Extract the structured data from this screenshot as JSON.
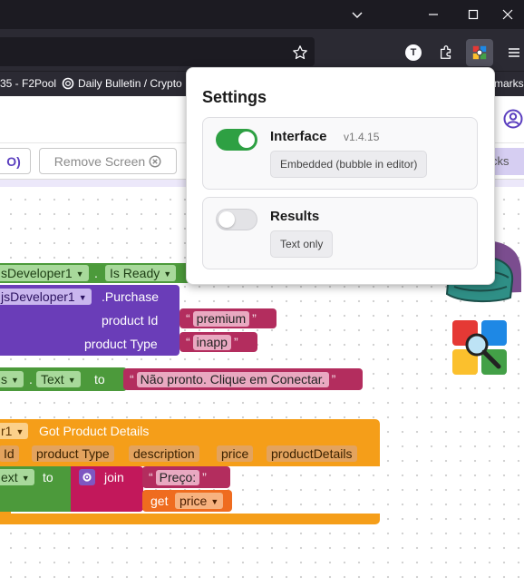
{
  "browser": {
    "bookmarks": [
      {
        "label": "35 - F2Pool"
      },
      {
        "label": "Daily Bulletin / Crypto"
      },
      {
        "label": "kmarks"
      }
    ],
    "profile_initial": "T"
  },
  "app": {
    "partial_button_label": "O)",
    "remove_screen_label": "Remove Screen",
    "purple_tab_label": "cks"
  },
  "blocks": {
    "row1": {
      "component": "sDeveloper1",
      "property": "Is Ready"
    },
    "row2": {
      "component": "jsDeveloper1",
      "method": "Purchase",
      "arg1_name": "product Id",
      "arg1_value": "premium",
      "arg2_name": "product Type",
      "arg2_value": "inapp"
    },
    "row3": {
      "component": "s",
      "property": "Text",
      "to": "to",
      "value": "Não pronto. Clique em Conectar."
    },
    "event": {
      "component": "r1",
      "event_name": "Got Product Details",
      "params": [
        "Id",
        "product Type",
        "description",
        "price",
        "productDetails"
      ],
      "setter_property": "ext",
      "to": "to",
      "join": "join",
      "string_value": "Preço:",
      "get_label": "get",
      "get_var": "price"
    }
  },
  "settings": {
    "title": "Settings",
    "items": [
      {
        "name": "Interface",
        "version": "v1.4.15",
        "enabled": true,
        "mode": "Embedded (bubble in editor)"
      },
      {
        "name": "Results",
        "version": "",
        "enabled": false,
        "mode": "Text only"
      }
    ]
  },
  "colors": {
    "toggle_on": "#2ea043",
    "toggle_off": "#e3e3e6",
    "block_green": "#4c9a3b",
    "block_purple": "#6a3db8",
    "block_orange": "#f59e19",
    "block_magenta": "#c2185b",
    "block_text": "#b32d5e",
    "block_var": "#ef6c1f"
  }
}
